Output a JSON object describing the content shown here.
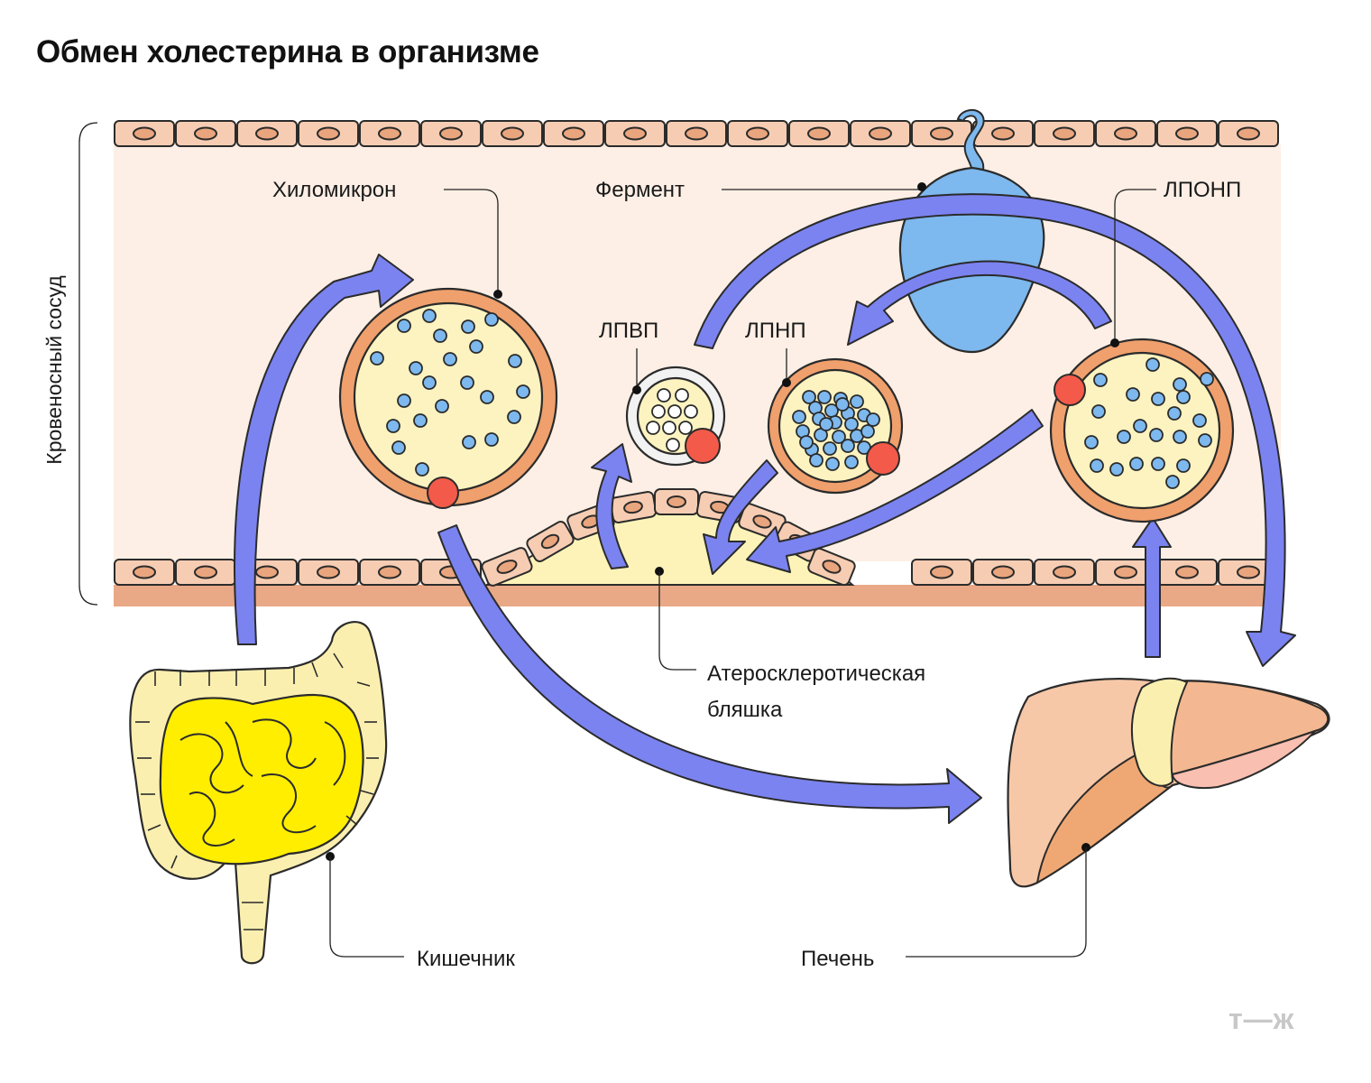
{
  "title": "Обмен холестерина в организме",
  "labels": {
    "vessel": "Кровеносный сосуд",
    "chylomicron": "Хиломикрон",
    "enzyme": "Фермент",
    "vldl": "ЛПОНП",
    "hdl": "ЛПВП",
    "ldl": "ЛПНП",
    "plaque_line1": "Атеросклеротическая",
    "plaque_line2": "бляшка",
    "intestine": "Кишечник",
    "liver": "Печень"
  },
  "logo": "т—ж",
  "colors": {
    "vessel_lumen": "#fdefe5",
    "vessel_wall": "#e9a986",
    "lipoprotein_shell": "#efa06d",
    "lipoprotein_core": "#fdf3c0",
    "cholesterol_blue": "#7db8ee",
    "apoprotein_red": "#f35a4a",
    "enzyme_blue": "#7db8ee",
    "arrow_purple": "#7b83f0",
    "intestine_small": "#ffee00",
    "intestine_large": "#fbefb0",
    "liver": "#f5b48c",
    "plaque": "#fdf3b8"
  }
}
